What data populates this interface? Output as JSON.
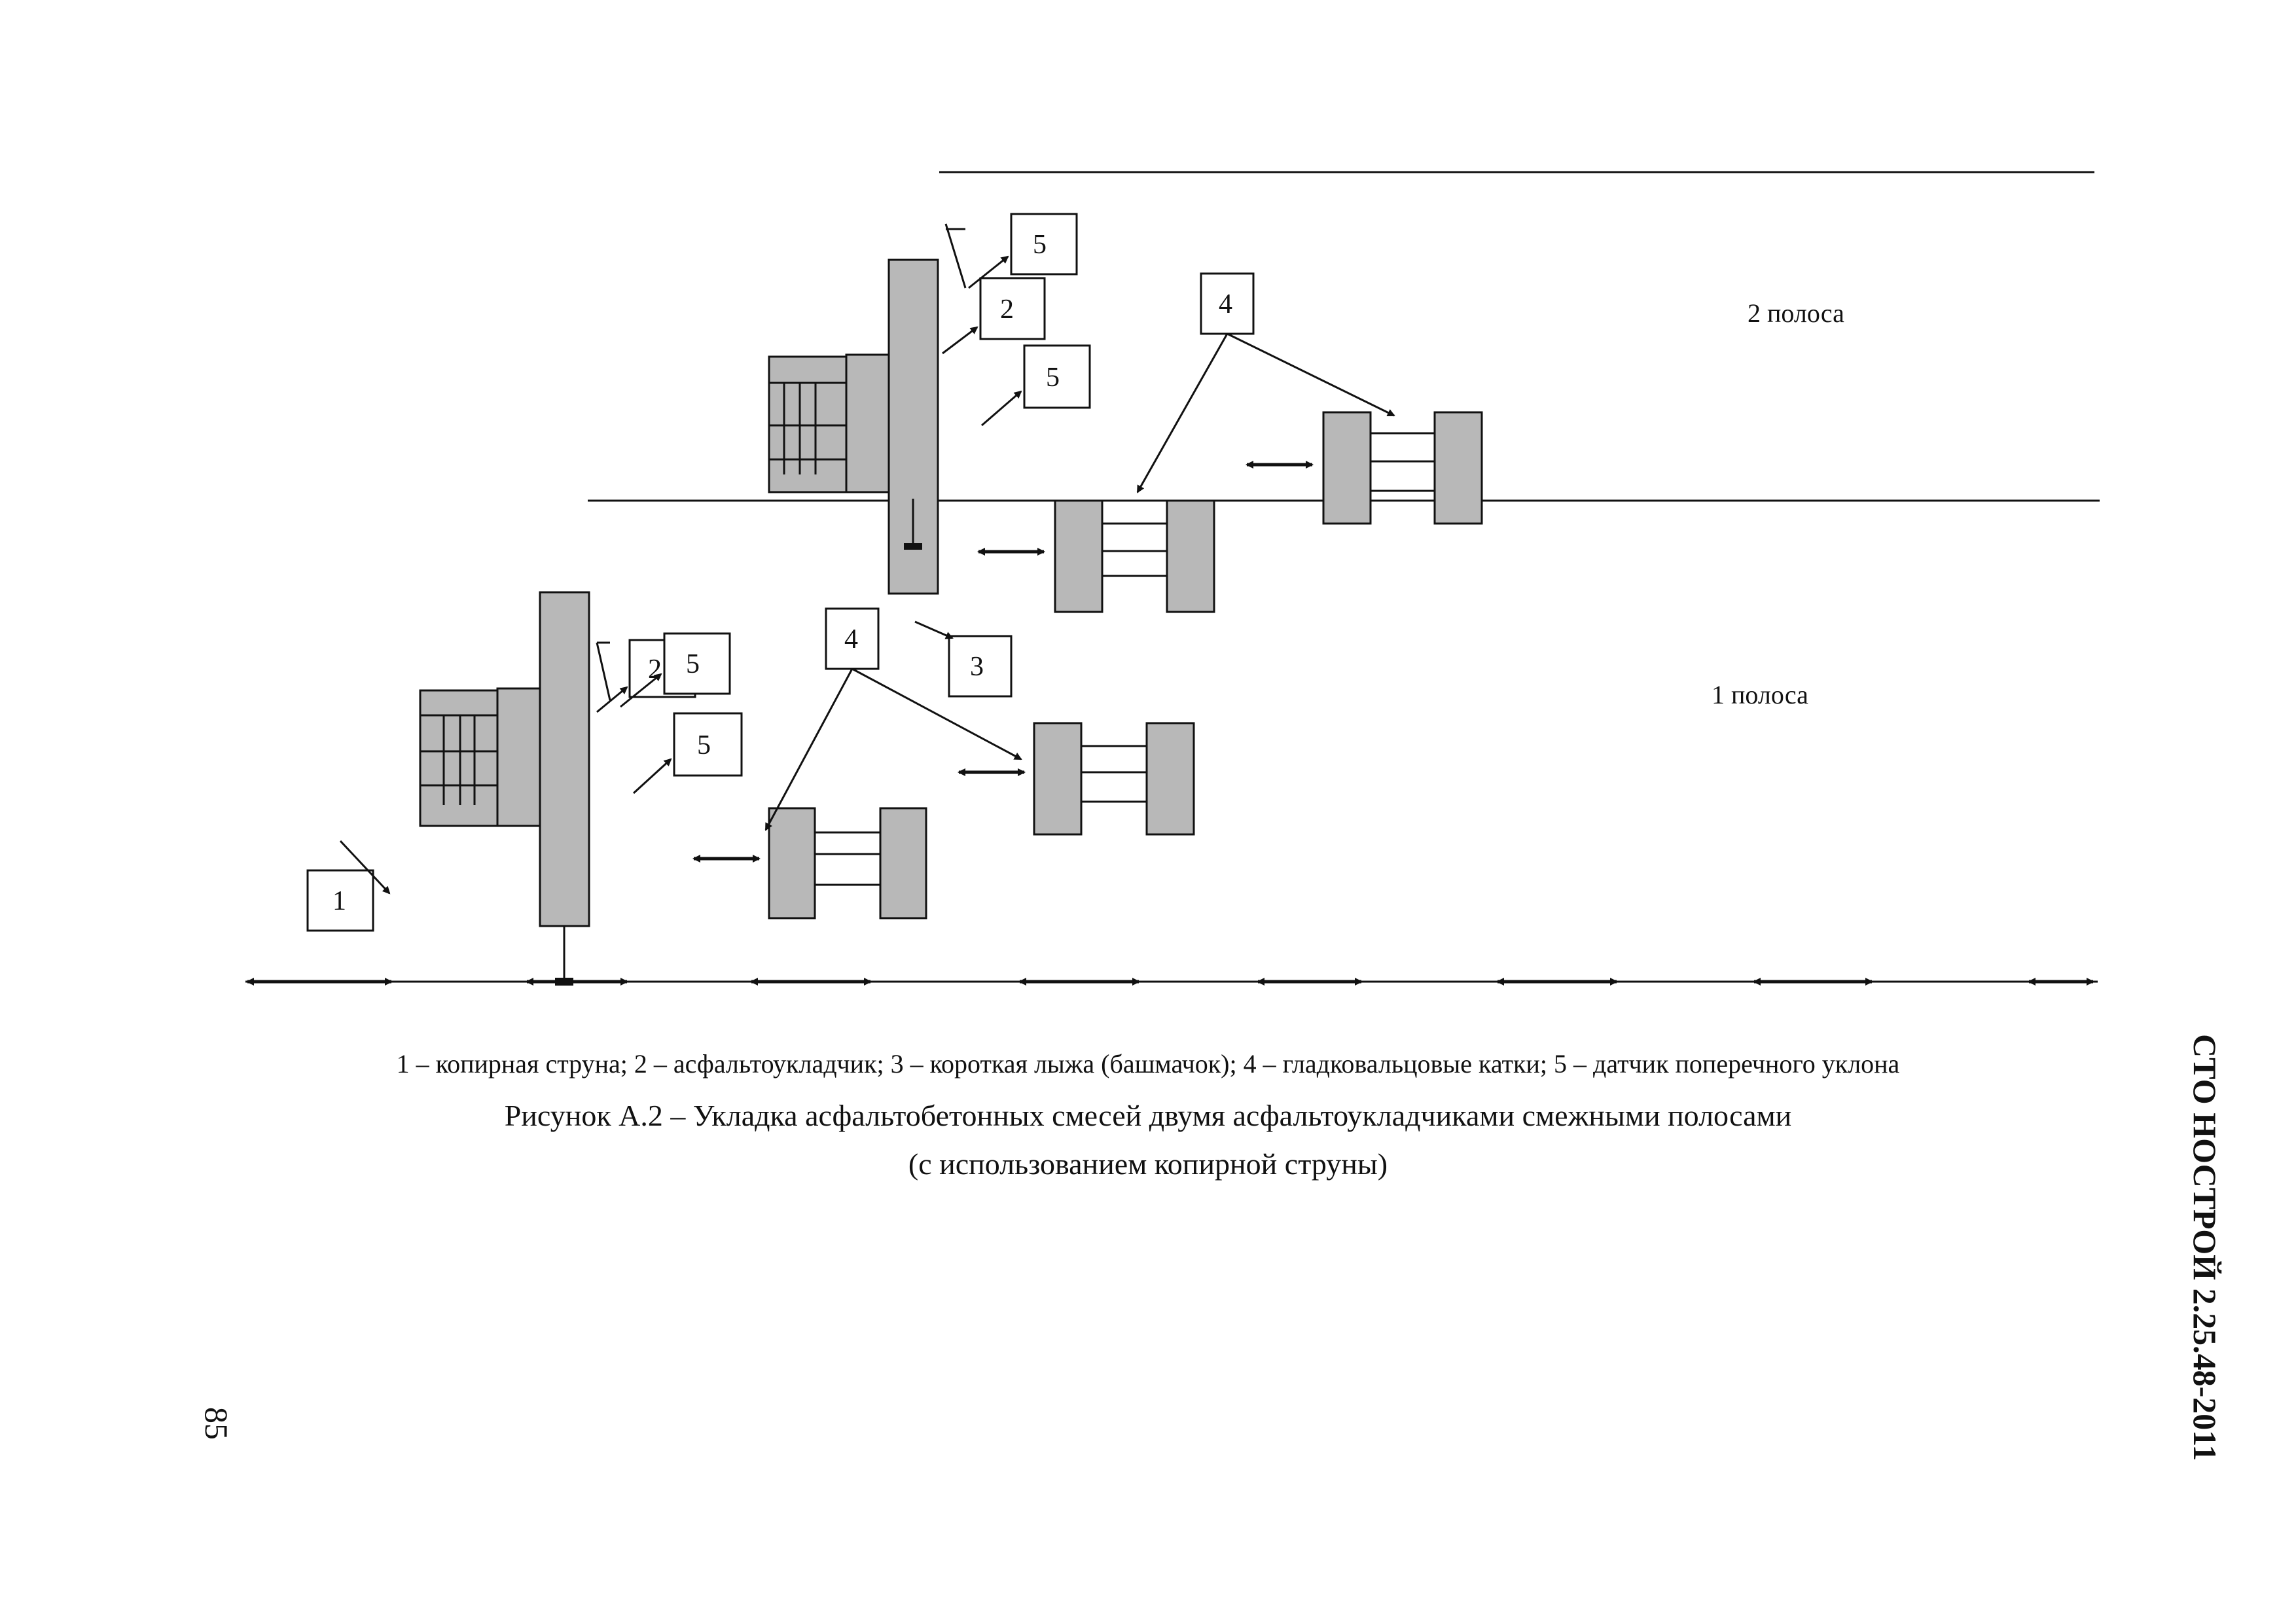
{
  "diagram": {
    "lane_labels": {
      "lane2": "2 полоса",
      "lane1": "1 полоса"
    },
    "markers": {
      "string": "1",
      "paver": "2",
      "shoe": "3",
      "rollers": "4",
      "slope_sensor": "5"
    }
  },
  "legend": "1 – копирная струна; 2 – асфальтоукладчик; 3 – короткая лыжа (башмачок); 4 – гладковальцовые катки; 5 – датчик поперечного уклона",
  "figure_title": "Рисунок А.2 – Укладка асфальтобетонных смесей двумя асфальтоукладчиками смежными полосами",
  "figure_subtitle": "(с использованием копирной струны)",
  "document_id": "СТО НОСТРОЙ 2.25.48-2011",
  "page_number": "85"
}
